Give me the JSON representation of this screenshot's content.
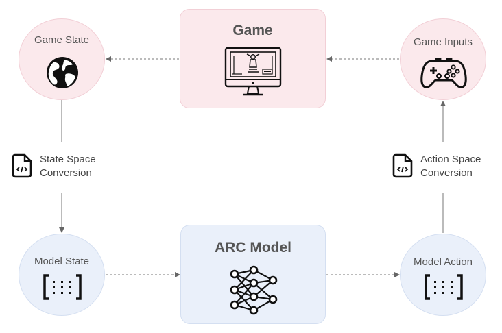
{
  "game": {
    "title": "Game"
  },
  "arc_model": {
    "title": "ARC Model"
  },
  "nodes": {
    "game_state": "Game State",
    "game_inputs": "Game Inputs",
    "model_state": "Model State",
    "model_action": "Model Action"
  },
  "conversions": {
    "state": {
      "line1": "State Space",
      "line2": "Conversion"
    },
    "action": {
      "line1": "Action Space",
      "line2": "Conversion"
    }
  },
  "icons": {
    "game": "monitor-game-icon",
    "game_state": "globe-icon",
    "game_inputs": "gamepad-icon",
    "state_conversion": "code-file-icon",
    "action_conversion": "code-file-icon",
    "model_state": "matrix-icon",
    "model_action": "matrix-icon",
    "arc_model": "neural-network-icon"
  }
}
